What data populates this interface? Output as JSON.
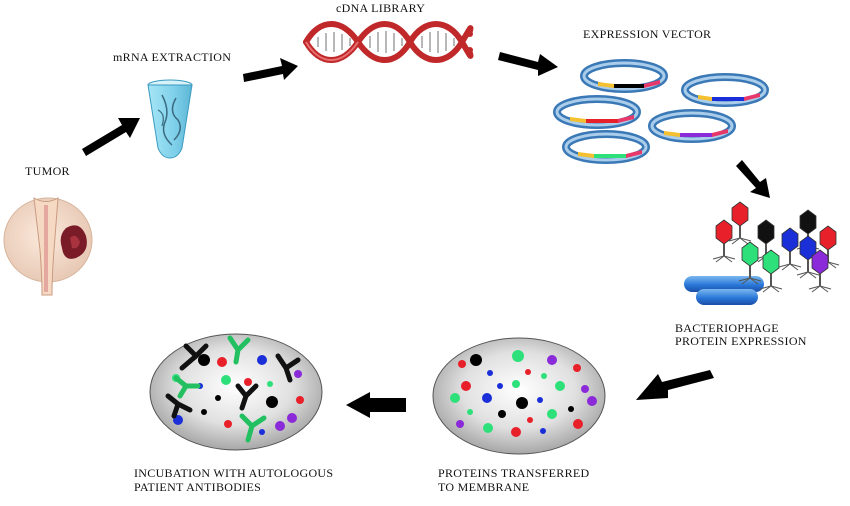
{
  "labels": {
    "tumor": "TUMOR",
    "mrna": "mRNA EXTRACTION",
    "cdna": "cDNA LIBRARY",
    "vector": "EXPRESSION VECTOR",
    "phage_1": "BACTERIOPHAGE",
    "phage_2": "PROTEIN EXPRESSION",
    "membrane_1": "PROTEINS TRANSFERRED",
    "membrane_2": "TO MEMBRANE",
    "incubation_1": "INCUBATION WITH AUTOLOGOUS",
    "incubation_2": "PATIENT ANTIBODIES"
  },
  "colors": {
    "arrow": "#000000",
    "dna_strand": "#c0282a",
    "tube": "#8fd8ec",
    "plasmid_ring": "#5b9bd0",
    "membrane": "#c8c8c8",
    "dot_red": "#e8202a",
    "dot_green": "#2ee07a",
    "dot_blue": "#1a2fd8",
    "dot_purple": "#8a2ad8",
    "dot_black": "#000000",
    "antibody_black": "#111111",
    "antibody_green": "#22c060"
  }
}
